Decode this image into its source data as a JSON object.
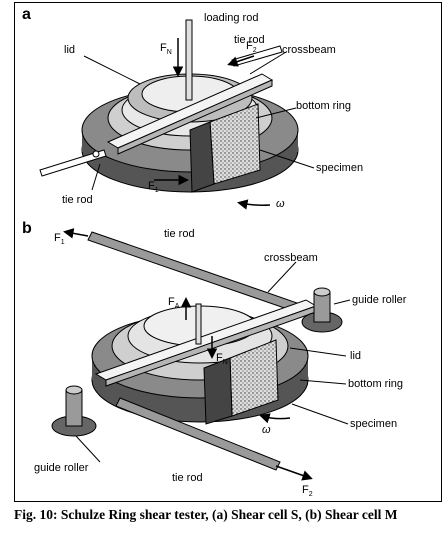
{
  "panels": {
    "a": "a",
    "b": "b"
  },
  "labels_a": {
    "loading_rod": "loading rod",
    "lid": "lid",
    "tie_rod_top": "tie rod",
    "crossbeam": "crossbeam",
    "bottom_ring": "bottom ring",
    "specimen": "specimen",
    "tie_rod_bottom": "tie rod",
    "omega": "ω"
  },
  "symbols_a": {
    "fn": {
      "main": "F",
      "sub": "N"
    },
    "f2": {
      "main": "F",
      "sub": "2"
    },
    "f1": {
      "main": "F",
      "sub": "1"
    }
  },
  "labels_b": {
    "tie_rod_top": "tie rod",
    "crossbeam": "crossbeam",
    "guide_roller_right": "guide roller",
    "lid": "lid",
    "bottom_ring": "bottom ring",
    "specimen": "specimen",
    "guide_roller_left": "guide roller",
    "tie_rod_bottom": "tie rod",
    "omega": "ω"
  },
  "symbols_b": {
    "f1": {
      "main": "F",
      "sub": "1"
    },
    "fa": {
      "main": "F",
      "sub": "A"
    },
    "fn": {
      "main": "F",
      "sub": "N"
    },
    "f2": {
      "main": "F",
      "sub": "2"
    }
  },
  "caption": "Fig. 10: Schulze Ring shear tester, (a) Shear cell S, (b) Shear cell M",
  "colors": {
    "dark": "#555555",
    "mid": "#8a8a8a",
    "light": "#cfcfcf",
    "pale": "#ececec"
  }
}
